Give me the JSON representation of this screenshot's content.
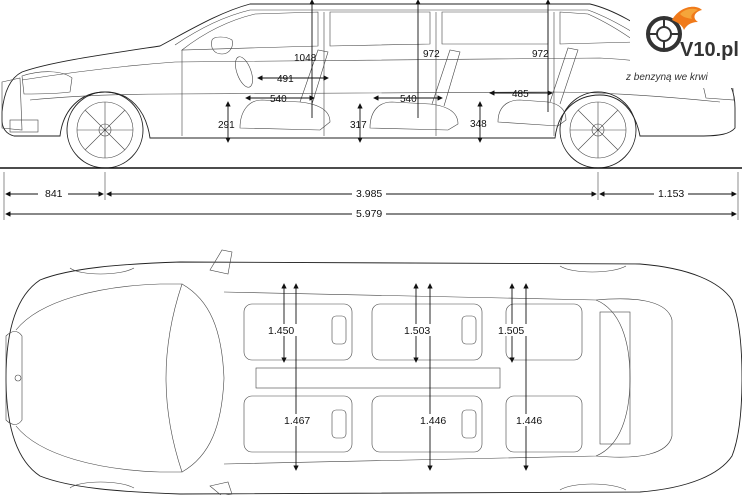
{
  "logo": {
    "brand": "V10.pl",
    "tagline": "z benzyną we krwi",
    "flame_color": "#f07a1a",
    "dark_color": "#333333"
  },
  "side_view": {
    "interior_heights": [
      "1048",
      "972",
      "972"
    ],
    "seat_depths": [
      "491"
    ],
    "leg_lengths": [
      "540",
      "540",
      "485"
    ],
    "seat_heights": [
      "291",
      "317",
      "348"
    ],
    "front_overhang": "841",
    "wheelbase": "3.985",
    "rear_overhang": "1.153",
    "total_length": "5.979"
  },
  "top_view": {
    "upper_widths": [
      "1.450",
      "1.503",
      "1.505"
    ],
    "lower_widths": [
      "1.467",
      "1.446",
      "1.446"
    ]
  }
}
